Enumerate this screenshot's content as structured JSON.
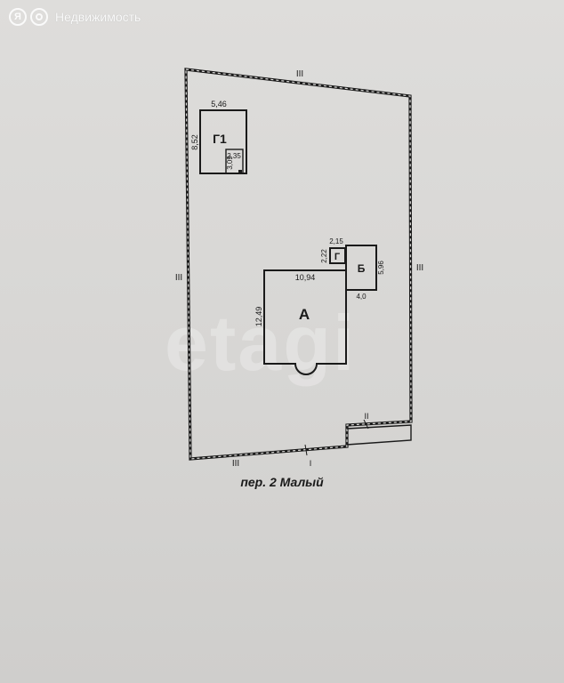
{
  "brand": {
    "logo_letter": "Я",
    "text": "Недвижимость"
  },
  "watermark": "etagi",
  "plan": {
    "boundary_labels": {
      "top": "III",
      "left": "III",
      "right": "III",
      "bottom": "III",
      "inner_right": "II",
      "bottom_mid": "I"
    },
    "buildings": {
      "g1": {
        "name": "Г1",
        "width": "5,46",
        "height": "8,52",
        "inner_width": "2,35",
        "inner_height": "3,09"
      },
      "a": {
        "name": "А",
        "width": "10,94",
        "height": "12,49"
      },
      "b": {
        "name": "Б",
        "width": "4,0",
        "height": "5,96"
      },
      "g": {
        "name": "Г",
        "width": "2,15",
        "height": "2,22"
      }
    },
    "street": "пер. 2 Малый"
  }
}
